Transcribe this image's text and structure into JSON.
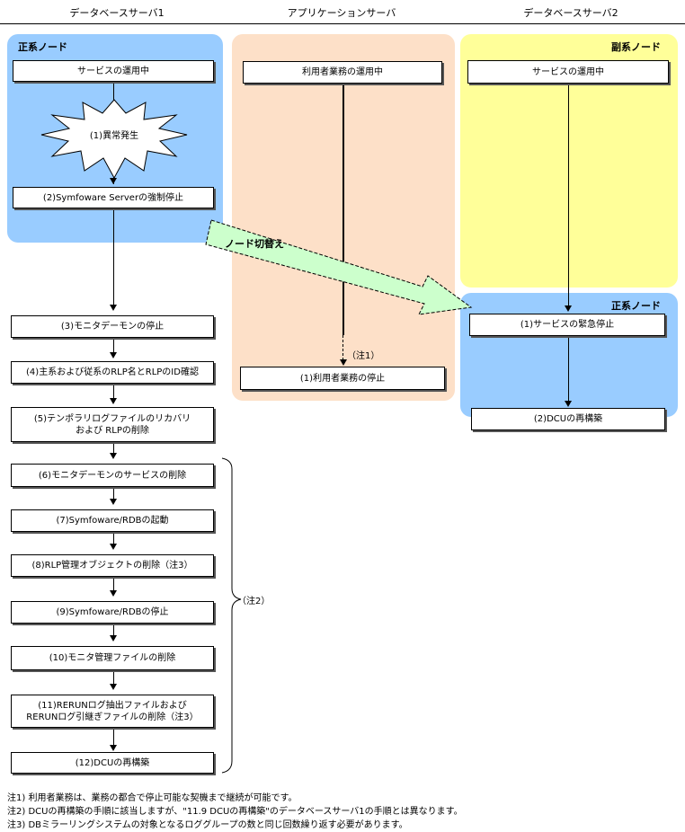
{
  "columns": {
    "db1": "データベースサーバ1",
    "app": "アプリケーションサーバ",
    "db2": "データベースサーバ2"
  },
  "regions": {
    "db1_primary": "正系ノード",
    "db2_secondary": "副系ノード",
    "db2_primary": "正系ノード"
  },
  "switch_label": "ノード切替え",
  "db1_steps": {
    "running": "サービスの運用中",
    "error": "(1)異常発生",
    "s2": "(2)Symfoware Serverの強制停止",
    "s3": "(3)モニタデーモンの停止",
    "s4": "(4)主系および従系のRLP名とRLPのID確認",
    "s5": "(5)テンポラリログファイルのリカバリ\nおよび RLPの削除",
    "s6": "(6)モニタデーモンのサービスの削除",
    "s7": "(7)Symfoware/RDBの起動",
    "s8": "(8)RLP管理オブジェクトの削除（注3）",
    "s9": "(9)Symfoware/RDBの停止",
    "s10": "(10)モニタ管理ファイルの削除",
    "s11": "(11)RERUNログ抽出ファイルおよび\nRERUNログ引継ぎファイルの削除（注3）",
    "s12": "(12)DCUの再構築"
  },
  "app_steps": {
    "running": "利用者業務の運用中",
    "note1": "（注1）",
    "stop": "(1)利用者業務の停止"
  },
  "db2_steps": {
    "running": "サービスの運用中",
    "s1": "(1)サービスの緊急停止",
    "s2": "(2)DCUの再構築"
  },
  "brace_note": "（注2）",
  "footnotes": [
    "注1) 利用者業務は、業務の都合で停止可能な契機まで継続が可能です。",
    "注2) DCUの再構築の手順に該当しますが、\"11.9 DCUの再構築\"のデータベースサーバ1の手順とは異なります。",
    "注3) DBミラーリングシステムの対象となるロググループの数と同じ回数繰り返す必要があります。"
  ],
  "colors": {
    "blue_region": "#99ccff",
    "peach_region": "#fde0c8",
    "yellow_region": "#ffff99",
    "switch_arrow": "#ccffcc"
  }
}
